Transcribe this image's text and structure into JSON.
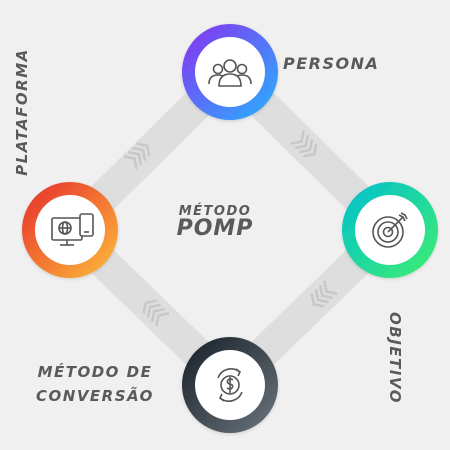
{
  "nodes": {
    "persona": {
      "label": "PERSONA",
      "icon": "people-group-icon",
      "colors": [
        "#7a3cf0",
        "#2da0ff"
      ]
    },
    "plataforma": {
      "label": "PLATAFORMA",
      "icon": "monitor-phone-icon",
      "colors": [
        "#e8352a",
        "#ffb13a"
      ]
    },
    "objetivo": {
      "label": "OBJETIVO",
      "icon": "target-icon",
      "colors": [
        "#00c2b8",
        "#39e87a"
      ]
    },
    "conversao": {
      "label_line1": "MÉTODO DE",
      "label_line2": "CONVERSÃO",
      "icon": "dollar-cycle-icon",
      "colors": [
        "#1f2a33",
        "#5b6670"
      ]
    }
  },
  "center": {
    "line1": "MÉTODO",
    "line2": "POMP"
  },
  "colors": {
    "text": "#5a5a5a",
    "arrow": "#cfcfcf",
    "background": "#f0f0f0"
  }
}
